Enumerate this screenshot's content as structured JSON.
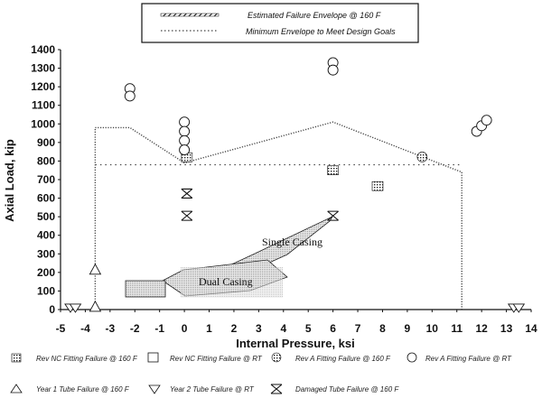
{
  "chart_data": {
    "type": "scatter",
    "title": "",
    "xlabel": "Internal Pressure, ksi",
    "ylabel": "Axial Load, kip",
    "xlim": [
      -5,
      14
    ],
    "ylim": [
      0,
      1400
    ],
    "x_ticks": [
      "-5",
      "-4",
      "-3",
      "-2",
      "-1",
      "0",
      "1",
      "2",
      "3",
      "4",
      "5",
      "6",
      "7",
      "8",
      "9",
      "10",
      "11",
      "12",
      "13",
      "14"
    ],
    "y_ticks": [
      "0",
      "100",
      "200",
      "300",
      "400",
      "500",
      "600",
      "700",
      "800",
      "900",
      "1000",
      "1100",
      "1200",
      "1300",
      "1400"
    ],
    "grid": false,
    "top_legend": [
      {
        "label": "Estimated Failure Envelope @ 160 F",
        "style": "hatched-line"
      },
      {
        "label": "Minimum Envelope to Meet Design Goals",
        "style": "dotted-line"
      }
    ],
    "lines": [
      {
        "name": "Estimated Failure Envelope @ 160 F",
        "x": [
          -3.6,
          -3.6,
          -2.2,
          0,
          6,
          11.2,
          11.2
        ],
        "y": [
          0,
          980,
          980,
          790,
          1010,
          740,
          0
        ]
      },
      {
        "name": "Minimum Envelope to Meet Design Goals",
        "x": [
          -3.6,
          11.2
        ],
        "y": [
          780,
          780
        ]
      }
    ],
    "series": [
      {
        "name": "Rev NC Fitting Failure @ 160 F",
        "marker": "filled-square",
        "x": [
          0.1,
          6,
          7.8
        ],
        "y": [
          820,
          750,
          665
        ]
      },
      {
        "name": "Rev NC Fitting Failure @ RT",
        "marker": "open-square",
        "x": [],
        "y": []
      },
      {
        "name": "Rev A Fitting Failure @ 160 F",
        "marker": "filled-circle",
        "x": [
          9.6
        ],
        "y": [
          822
        ]
      },
      {
        "name": "Rev A Fitting Failure @ RT",
        "marker": "open-circle",
        "x": [
          -2.2,
          -2.2,
          0,
          0,
          0,
          0,
          6,
          6,
          11.8,
          12,
          12.2
        ],
        "y": [
          1190,
          1150,
          1010,
          960,
          910,
          860,
          1330,
          1290,
          960,
          990,
          1020
        ]
      },
      {
        "name": "Year 1 Tube Failure @ 160 F",
        "marker": "open-triangle-up",
        "x": [
          -3.6,
          -3.6
        ],
        "y": [
          210,
          10
        ]
      },
      {
        "name": "Year 2 Tube Failure @ RT",
        "marker": "open-triangle-down",
        "x": [
          -4.6,
          -4.4,
          13.3,
          13.5
        ],
        "y": [
          10,
          10,
          10,
          10
        ]
      },
      {
        "name": "Damaged Tube Failure @ 160 F",
        "marker": "x-cross",
        "x": [
          0.1,
          0.1,
          6
        ],
        "y": [
          625,
          505,
          505
        ]
      }
    ],
    "annotations": [
      "Single Casing",
      "Dual Casing"
    ],
    "bottom_legend_position": "bottom"
  }
}
